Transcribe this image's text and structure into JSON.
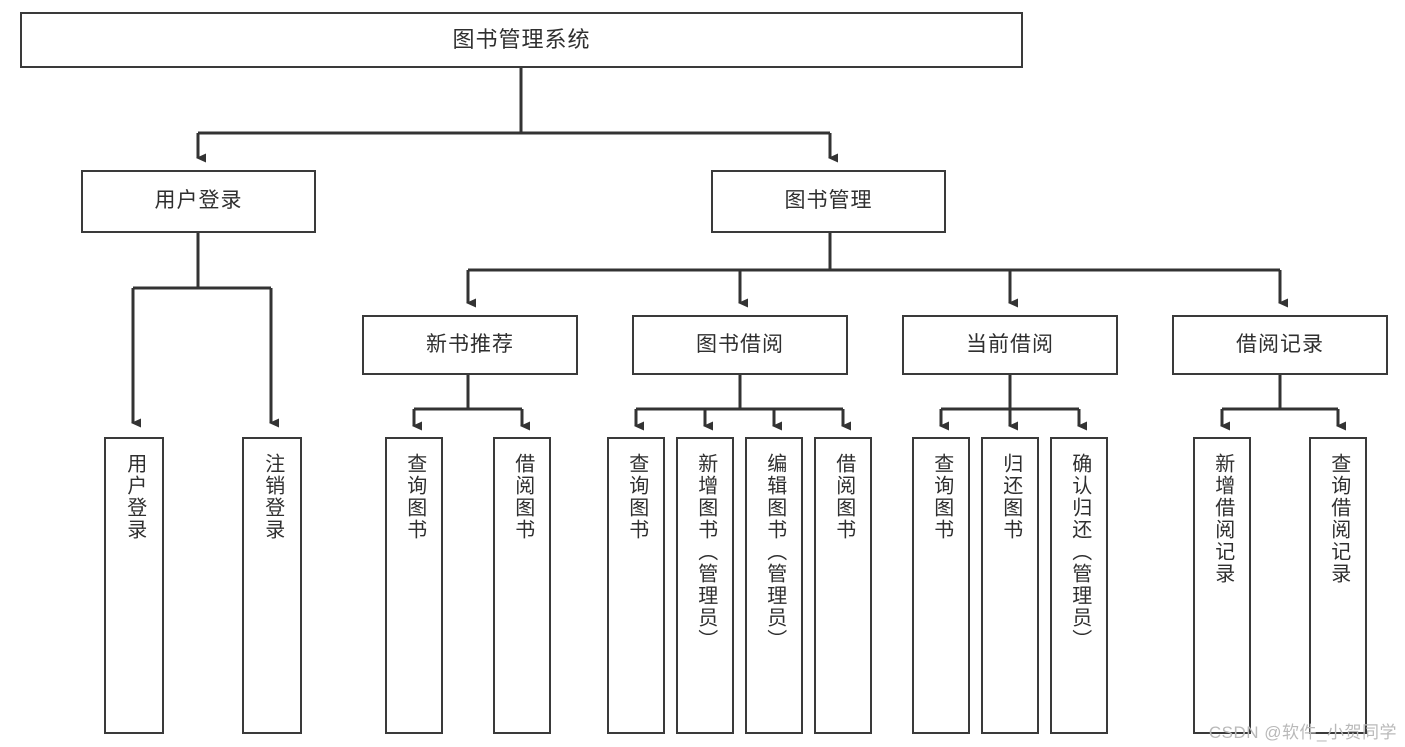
{
  "diagram": {
    "title": "图书管理系统",
    "root": {
      "label": "图书管理系统"
    },
    "level2": [
      {
        "label": "用户登录"
      },
      {
        "label": "图书管理"
      }
    ],
    "level3": [
      {
        "label": "新书推荐"
      },
      {
        "label": "图书借阅"
      },
      {
        "label": "当前借阅"
      },
      {
        "label": "借阅记录"
      }
    ],
    "leaves": {
      "user_login": [
        {
          "label": "用户登录"
        },
        {
          "label": "注销登录"
        }
      ],
      "new_book_recommend": [
        {
          "label": "查询图书"
        },
        {
          "label": "借阅图书"
        }
      ],
      "book_borrow": [
        {
          "label": "查询图书"
        },
        {
          "label": "新增图书（管理员）"
        },
        {
          "label": "编辑图书（管理员）"
        },
        {
          "label": "借阅图书"
        }
      ],
      "current_borrow": [
        {
          "label": "查询图书"
        },
        {
          "label": "归还图书"
        },
        {
          "label": "确认归还（管理员）"
        }
      ],
      "borrow_record": [
        {
          "label": "新增借阅记录"
        },
        {
          "label": "查询借阅记录"
        }
      ]
    }
  },
  "watermark": {
    "text": "CSDN @软件_小贺同学"
  },
  "colors": {
    "box_border": "#3a3a3a",
    "box_fill": "#ffffff",
    "text": "#2f2f2f",
    "link": "#333333",
    "watermark": "#b9b9b9"
  }
}
